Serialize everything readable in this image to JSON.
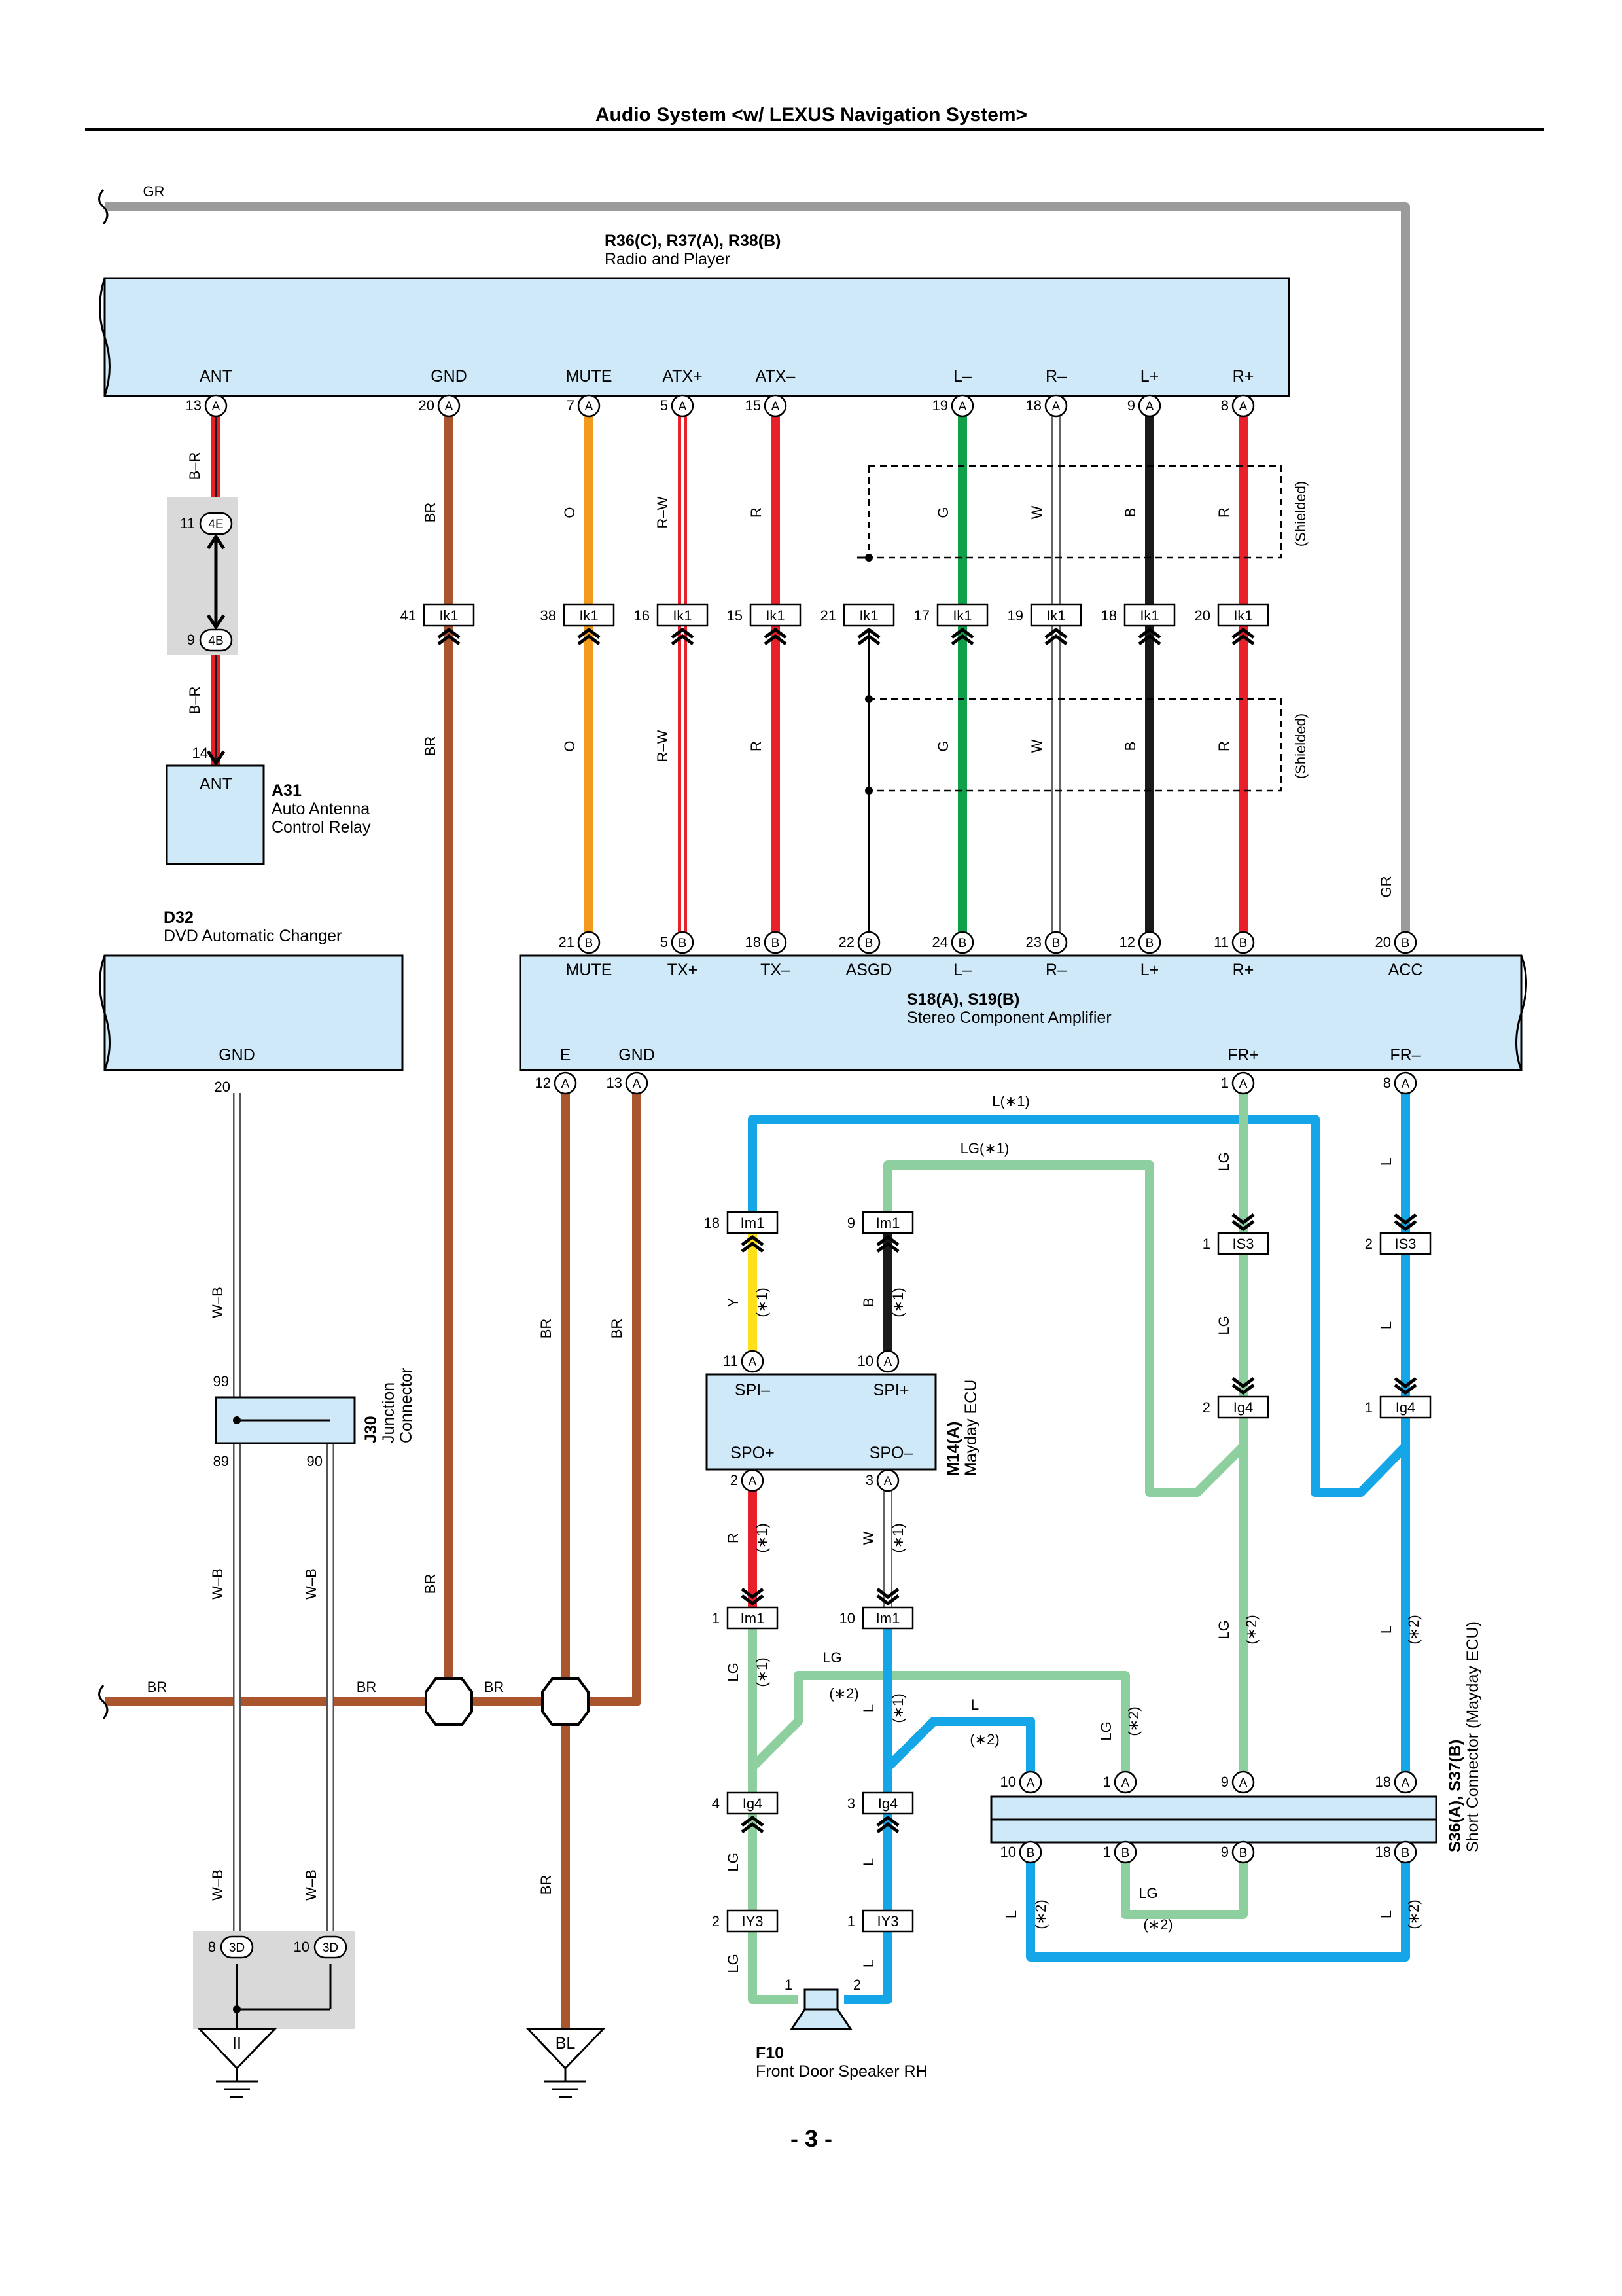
{
  "page": {
    "title": "Audio System <w/ LEXUS Navigation System>",
    "page_number": "- 3 -"
  },
  "components": {
    "radio": {
      "code": "R36(C), R37(A), R38(B)",
      "name": "Radio and Player",
      "pins": {
        "ant": "ANT",
        "gnd": "GND",
        "mute": "MUTE",
        "atxp": "ATX+",
        "atxm": "ATX–",
        "lm": "L–",
        "rm": "R–",
        "lp": "L+",
        "rp": "R+"
      }
    },
    "antenna": {
      "code": "A31",
      "name1": "Auto Antenna",
      "name2": "Control Relay",
      "pin": "ANT"
    },
    "dvd": {
      "code": "D32",
      "name": "DVD Automatic Changer",
      "pin": "GND"
    },
    "amp": {
      "code": "S18(A), S19(B)",
      "name": "Stereo Component Amplifier",
      "pins": {
        "mute": "MUTE",
        "txp": "TX+",
        "txm": "TX–",
        "asgd": "ASGD",
        "lm": "L–",
        "rm": "R–",
        "lp": "L+",
        "rp": "R+",
        "acc": "ACC",
        "e": "E",
        "gnd": "GND",
        "frp": "FR+",
        "frm": "FR–"
      }
    },
    "junction": {
      "code": "J30",
      "name1": "Junction",
      "name2": "Connector"
    },
    "mayday": {
      "code": "M14(A)",
      "name": "Mayday ECU",
      "pins": {
        "spim": "SPI–",
        "spip": "SPI+",
        "spop": "SPO+",
        "spom": "SPO–"
      }
    },
    "short": {
      "code": "S36(A), S37(B)",
      "name": "Short Connector (Mayday ECU)"
    },
    "speaker": {
      "code": "F10",
      "name": "Front Door Speaker RH"
    }
  },
  "wire_labels": {
    "gr": "GR",
    "br": "BR",
    "b_r": "B–R",
    "o": "O",
    "r_w": "R–W",
    "r": "R",
    "g": "G",
    "w": "W",
    "b": "B",
    "wb": "W–B",
    "y": "Y",
    "lg": "LG",
    "l": "L",
    "shielded": "(Shielded)",
    "s1": "(∗1)",
    "s2": "(∗2)",
    "l_s1": "L(∗1)",
    "lg_s1": "LG(∗1)"
  },
  "connectors": {
    "ik1": "Ik1",
    "im1": "Im1",
    "is3": "IS3",
    "ig4": "Ig4",
    "iy3": "IY3",
    "c4e": "4E",
    "c4b": "4B",
    "c3d": "3D",
    "a": "A",
    "b": "B"
  },
  "grounds": {
    "ii": "II",
    "bl": "BL"
  },
  "pin_numbers": {
    "n1": "1",
    "n2": "2",
    "n3": "3",
    "n4": "4",
    "n5": "5",
    "n7": "7",
    "n8": "8",
    "n9": "9",
    "n10": "10",
    "n11": "11",
    "n12": "12",
    "n13": "13",
    "n14": "14",
    "n15": "15",
    "n16": "16",
    "n17": "17",
    "n18": "18",
    "n19": "19",
    "n20": "20",
    "n21": "21",
    "n22": "22",
    "n23": "23",
    "n24": "24",
    "n38": "38",
    "n41": "41",
    "n89": "89",
    "n90": "90",
    "n99": "99"
  },
  "colors": {
    "br": "#a9552e",
    "gr": "#9b9b9b",
    "o": "#f29a1c",
    "r": "#e8202a",
    "g": "#10a04a",
    "w": "#ffffff",
    "b": "#1a1a1a",
    "y": "#ffe01a",
    "lg": "#8ecfa0",
    "l": "#14a6e6",
    "component_fill": "#cfe9f8",
    "inline_fill": "#d9d9d9"
  }
}
